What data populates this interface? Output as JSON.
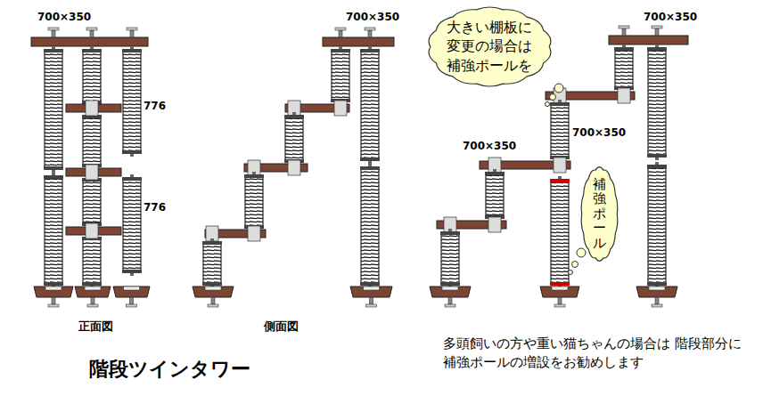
{
  "diagram": {
    "title": "階段ツインタワー",
    "caption": "多頭飼いの方や重い猫ちゃんの場合は 階段部分に補強ポールの増設をお勧めします",
    "nodes": [
      {
        "text": [
          "大きい棚板に 変更の場合は 補強ポールを"
        ]
      },
      {
        "text": [
          "補強ポール"
        ]
      }
    ],
    "labels": [
      "700×350",
      "776",
      "776",
      "正面図",
      "700×350",
      "側面図",
      "700×350",
      "700×350",
      "700×350"
    ]
  }
}
